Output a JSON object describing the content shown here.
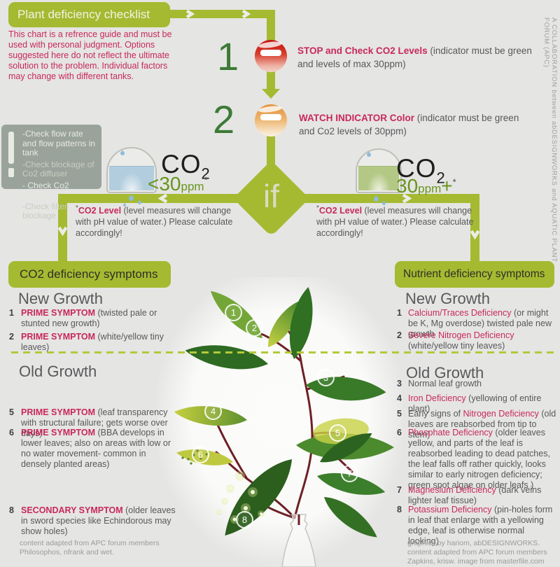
{
  "title": "Plant deficiency checklist",
  "intro": "This chart is a refrence guide and must be used with personal judgment. Options suggested here do not reflect the ultimate solution to the problem. Individual factors may change with different tanks.",
  "steps": [
    {
      "num": "1",
      "label": "STOP and Check CO2 Levels",
      "desc": " (indicator must be green and levels of max 30ppm)"
    },
    {
      "num": "2",
      "label": "WATCH INDICATOR Color",
      "desc": " (indicator must be green and Co2 levels of 30ppm)"
    }
  ],
  "checklist": {
    "items": [
      "-Check flow rate and flow patterns in tank",
      "-Check blockage of Co2 diffuser",
      "- Check Co2 canister",
      "-Check filter blockage"
    ]
  },
  "decision": {
    "if_label": "if",
    "left": {
      "gas": "CO",
      "gas_sub": "2",
      "level": "<30",
      "unit": "ppm",
      "star": "*"
    },
    "right": {
      "gas": "CO",
      "gas_sub": "2",
      "level": "30",
      "unit": "ppm",
      "plus": "+",
      "star": "*"
    },
    "footnote": {
      "star": "*",
      "label": "CO2 Level",
      "rest": " (level measures will change with pH value of water.) Please calculate accordingly!"
    }
  },
  "left_section": {
    "header": "CO2 deficiency symptoms",
    "new_growth_title": "New Growth",
    "old_growth_title": "Old Growth",
    "new_items": [
      {
        "num": "1",
        "label": "PRIME SYMPTOM",
        "desc": " (twisted pale or stunted new growth)"
      },
      {
        "num": "2",
        "label": "PRIME SYMPTOM",
        "desc": " (white/yellow tiny  leaves)"
      }
    ],
    "old_items": [
      {
        "num": "5",
        "label": "PRIME SYMPTOM",
        "desc": " (leaf transparency with structural failure; gets worse over days)"
      },
      {
        "num": "6",
        "label": "PRIME SYMPTOM",
        "desc": " (BBA develops in lower leaves; also on areas with low or no water movement- common in densely planted areas)"
      },
      {
        "num": "8",
        "label": "SECONDARY SYMPTOM",
        "desc": " (older leaves in sword species like Echindorous may show holes)"
      }
    ],
    "footer": "content adapted from APC forum members Philosophos, nfrank and wet."
  },
  "right_section": {
    "header": "Nutrient deficiency symptoms",
    "new_growth_title": "New Growth",
    "old_growth_title": "Old Growth",
    "new_items": [
      {
        "num": "1",
        "label": "Calcium/Traces Deficiency",
        "desc": " (or might be K, Mg overdose) twisted pale new growth"
      },
      {
        "num": "2",
        "label": "Severe Nitrogen Deficiency",
        "desc": " (white/yellow tiny  leaves)"
      }
    ],
    "old_items": [
      {
        "num": "3",
        "prefix": "Normal leaf growth"
      },
      {
        "num": "4",
        "label": "Iron Deficiency",
        "desc": " (yellowing of entire plant)"
      },
      {
        "num": "5",
        "prefix": "Early signs of ",
        "label": "Nitrogen Deficiency",
        "desc": " (old leaves are reabsorbed from tip to stem)"
      },
      {
        "num": "6",
        "label": "Phosphate Deficiency",
        "desc": " (older leaves yellow, and parts of the leaf is reabsorbed leading to dead patches, the leaf falls off rather quickly, looks similar to early nitrogen deficiency; green spot algae on older leafs )"
      },
      {
        "num": "7",
        "label": "Magnesium Deficiency",
        "desc": " (dark veins lighter leaf tissue)"
      },
      {
        "num": "8",
        "label": "Potassium Deficiency",
        "desc": " (pin-holes form in leaf that enlarge with a yellowing edge, leaf is otherwise normal looking)"
      }
    ],
    "footer": "graphics by hariom, abDESIGNWORKS. content adapted from  APC forum members Zapkins, krisw. image from masterfile.com"
  },
  "plant": {
    "markers": [
      "1",
      "2",
      "3",
      "4",
      "5",
      "6",
      "7",
      "8"
    ]
  },
  "sidebar_credit": "A COLLABORATION between abDESIGNWORKS and AQUATIC PLANT FORUM (APC)",
  "colors": {
    "accent_green": "#a5ba31",
    "pink": "#c8285c",
    "step_number_green": "#3d7a36",
    "stop_red": "#c50f0f",
    "watch_orange": "#e2913b",
    "body_gray": "#57585a",
    "background": "#e5e5e3"
  }
}
